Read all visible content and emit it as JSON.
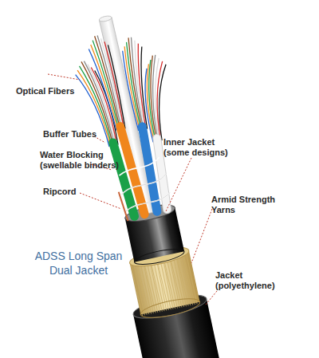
{
  "diagram": {
    "title": "ADSS Long Span Dual Jacket",
    "labels": [
      "Optical Fibers",
      "Buffer Tubes",
      "Water Blocking (swellable binders)",
      "Ripcord",
      "Inner Jacket (some designs)",
      "Armid Strength Yarns",
      "Jacket (polyethylene)"
    ]
  }
}
